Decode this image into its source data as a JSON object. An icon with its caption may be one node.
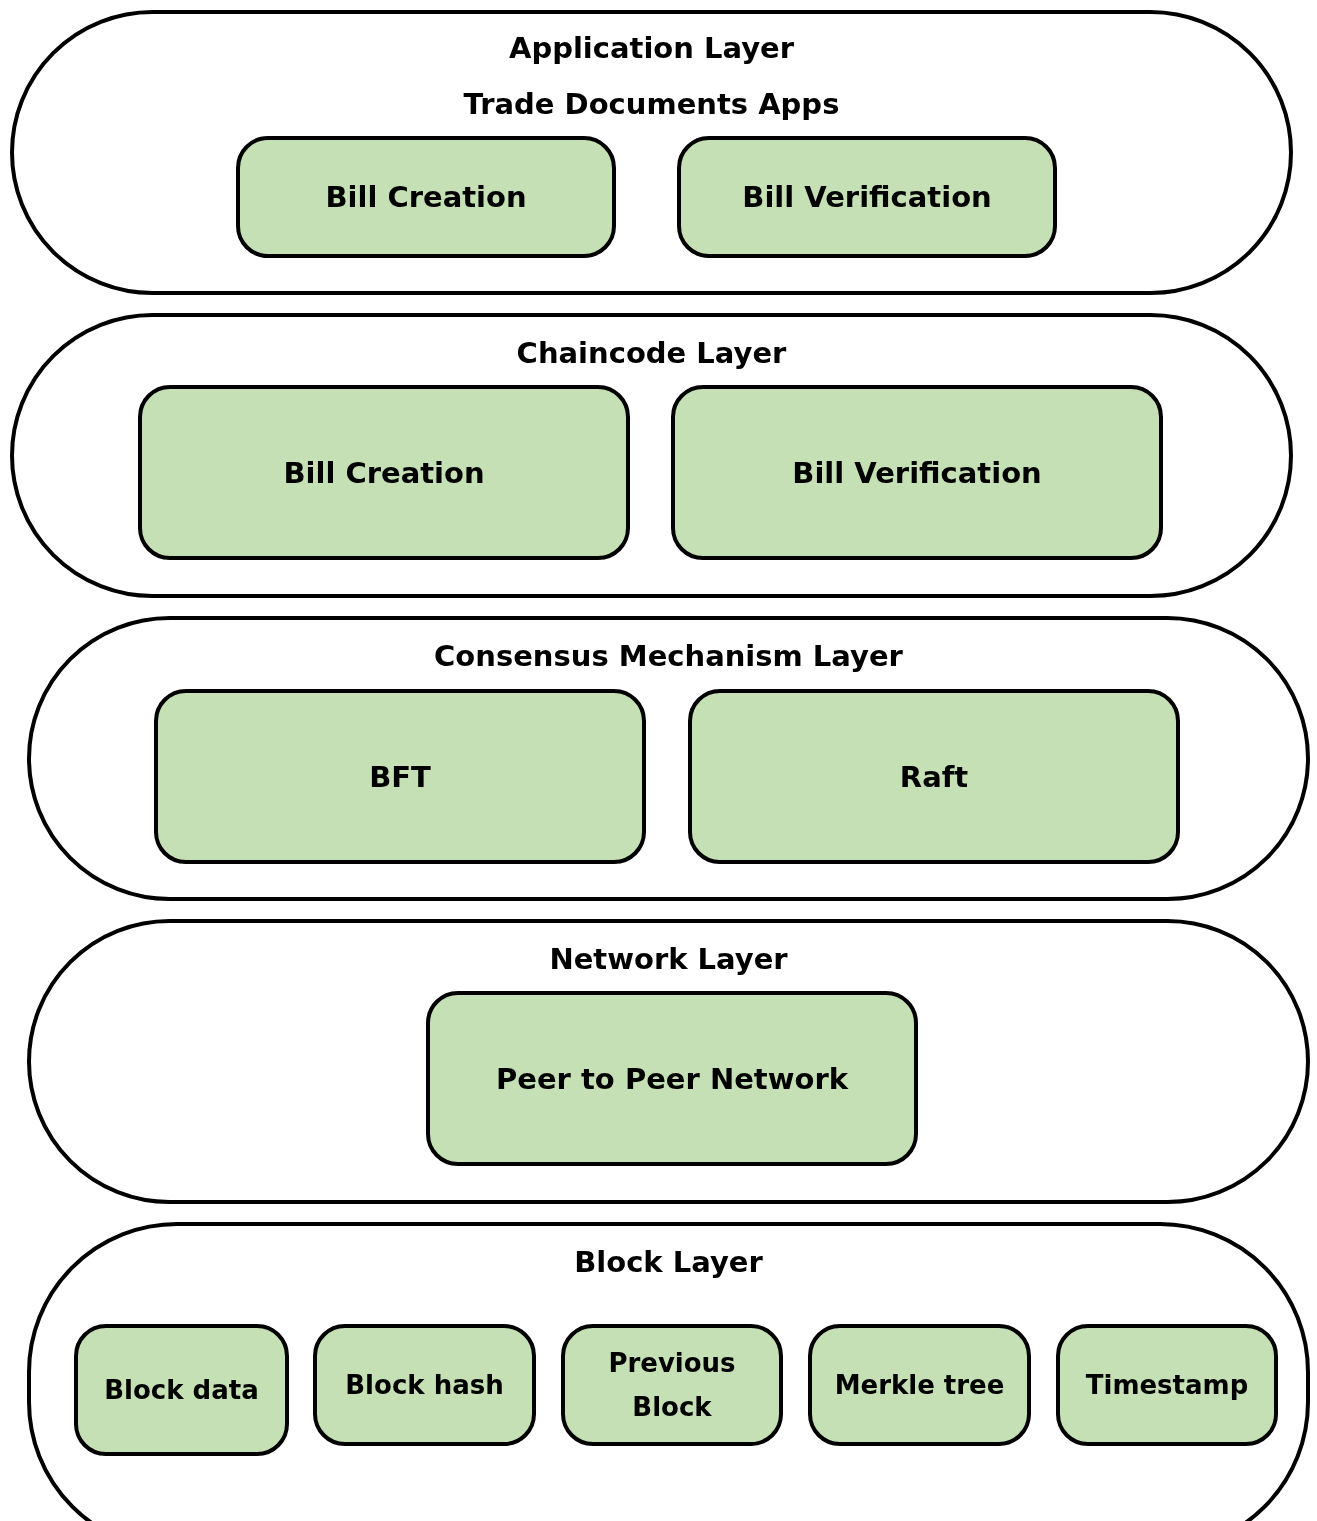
{
  "diagram": {
    "nodes": [
      {
        "text": [
          "Application Layer",
          "Trade Documents Apps"
        ]
      },
      {
        "text": [
          "Bill Creation"
        ],
        "in": 0
      },
      {
        "text": [
          "Bill Verification"
        ],
        "in": 0
      },
      {
        "text": [
          "Chaincode Layer"
        ]
      },
      {
        "text": [
          "Bill Creation"
        ],
        "in": 3
      },
      {
        "text": [
          "Bill Verification"
        ],
        "in": 3
      },
      {
        "text": [
          "Consensus Mechanism Layer"
        ]
      },
      {
        "text": [
          "BFT"
        ],
        "in": 6
      },
      {
        "text": [
          "Raft"
        ],
        "in": 6
      },
      {
        "text": [
          "Network Layer"
        ]
      },
      {
        "text": [
          "Peer to Peer Network"
        ],
        "in": 9
      },
      {
        "text": [
          "Block Layer"
        ]
      },
      {
        "text": [
          "Block data"
        ],
        "in": 11
      },
      {
        "text": [
          "Block hash"
        ],
        "in": 11
      },
      {
        "text": [
          "Previous Block"
        ],
        "in": 11
      },
      {
        "text": [
          "Merkle tree"
        ],
        "in": 11
      },
      {
        "text": [
          "Timestamp"
        ],
        "in": 11
      }
    ],
    "edges": []
  }
}
